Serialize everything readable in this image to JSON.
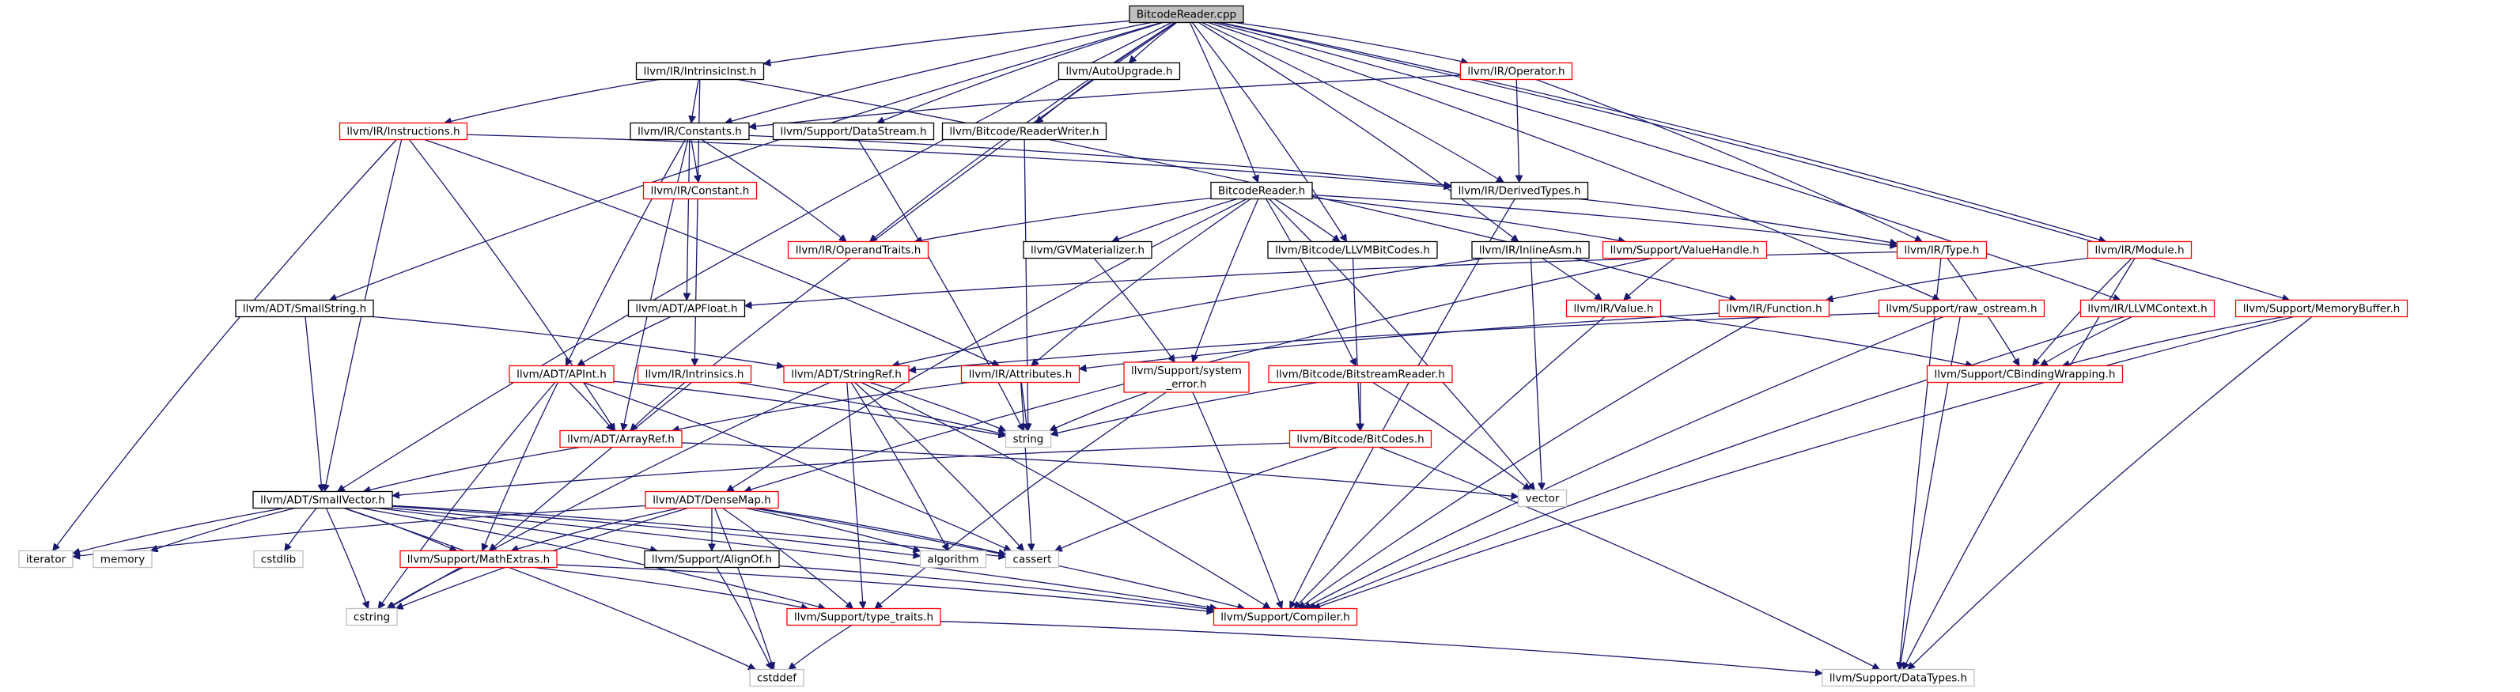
{
  "nodes": [
    {
      "id": "root",
      "label": "BitcodeReader.cpp",
      "style": "root"
    },
    {
      "id": "intrinsicinst",
      "label": "llvm/IR/IntrinsicInst.h",
      "style": "black"
    },
    {
      "id": "autoupgrade",
      "label": "llvm/AutoUpgrade.h",
      "style": "black"
    },
    {
      "id": "operator",
      "label": "llvm/IR/Operator.h",
      "style": "red"
    },
    {
      "id": "instructions",
      "label": "llvm/IR/Instructions.h",
      "style": "red"
    },
    {
      "id": "constants",
      "label": "llvm/IR/Constants.h",
      "style": "black"
    },
    {
      "id": "datastream",
      "label": "llvm/Support/DataStream.h",
      "style": "black"
    },
    {
      "id": "readerwriter",
      "label": "llvm/Bitcode/ReaderWriter.h",
      "style": "black"
    },
    {
      "id": "constant",
      "label": "llvm/IR/Constant.h",
      "style": "red"
    },
    {
      "id": "derivedtypes",
      "label": "llvm/IR/DerivedTypes.h",
      "style": "black"
    },
    {
      "id": "bitcodereaderh",
      "label": "BitcodeReader.h",
      "style": "black"
    },
    {
      "id": "operandtraits",
      "label": "llvm/IR/OperandTraits.h",
      "style": "red"
    },
    {
      "id": "gvmaterializer",
      "label": "llvm/GVMaterializer.h",
      "style": "black"
    },
    {
      "id": "llvmbitcodes",
      "label": "llvm/Bitcode/LLVMBitCodes.h",
      "style": "black"
    },
    {
      "id": "inlineasm",
      "label": "llvm/IR/InlineAsm.h",
      "style": "black"
    },
    {
      "id": "valuehandle",
      "label": "llvm/Support/ValueHandle.h",
      "style": "red"
    },
    {
      "id": "type",
      "label": "llvm/IR/Type.h",
      "style": "red"
    },
    {
      "id": "module",
      "label": "llvm/IR/Module.h",
      "style": "red"
    },
    {
      "id": "smallstring",
      "label": "llvm/ADT/SmallString.h",
      "style": "black"
    },
    {
      "id": "apfloat",
      "label": "llvm/ADT/APFloat.h",
      "style": "black"
    },
    {
      "id": "value",
      "label": "llvm/IR/Value.h",
      "style": "red"
    },
    {
      "id": "function",
      "label": "llvm/IR/Function.h",
      "style": "red"
    },
    {
      "id": "rawostream",
      "label": "llvm/Support/raw_ostream.h",
      "style": "red"
    },
    {
      "id": "llvmcontext",
      "label": "llvm/IR/LLVMContext.h",
      "style": "red"
    },
    {
      "id": "memorybuffer",
      "label": "llvm/Support/MemoryBuffer.h",
      "style": "red"
    },
    {
      "id": "apint",
      "label": "llvm/ADT/APInt.h",
      "style": "red"
    },
    {
      "id": "intrinsics",
      "label": "llvm/IR/Intrinsics.h",
      "style": "red"
    },
    {
      "id": "stringref",
      "label": "llvm/ADT/StringRef.h",
      "style": "red"
    },
    {
      "id": "attributes",
      "label": "llvm/IR/Attributes.h",
      "style": "red"
    },
    {
      "id": "systemerror",
      "label": [
        "llvm/Support/system",
        "_error.h"
      ],
      "style": "red"
    },
    {
      "id": "bitstreamreader",
      "label": "llvm/Bitcode/BitstreamReader.h",
      "style": "red"
    },
    {
      "id": "cbindingwrapping",
      "label": "llvm/Support/CBindingWrapping.h",
      "style": "red"
    },
    {
      "id": "arrayref",
      "label": "llvm/ADT/ArrayRef.h",
      "style": "red"
    },
    {
      "id": "string",
      "label": "string",
      "style": "gray"
    },
    {
      "id": "bitcodes",
      "label": "llvm/Bitcode/BitCodes.h",
      "style": "red"
    },
    {
      "id": "vector",
      "label": "vector",
      "style": "gray"
    },
    {
      "id": "smallvector",
      "label": "llvm/ADT/SmallVector.h",
      "style": "black"
    },
    {
      "id": "densemap",
      "label": "llvm/ADT/DenseMap.h",
      "style": "red"
    },
    {
      "id": "iterator",
      "label": "iterator",
      "style": "gray"
    },
    {
      "id": "memory",
      "label": "memory",
      "style": "gray"
    },
    {
      "id": "cstdlib",
      "label": "cstdlib",
      "style": "gray"
    },
    {
      "id": "mathextras",
      "label": "llvm/Support/MathExtras.h",
      "style": "red"
    },
    {
      "id": "alignof",
      "label": "llvm/Support/AlignOf.h",
      "style": "black"
    },
    {
      "id": "algorithm",
      "label": "algorithm",
      "style": "gray"
    },
    {
      "id": "cassert",
      "label": "cassert",
      "style": "gray"
    },
    {
      "id": "cstring",
      "label": "cstring",
      "style": "gray"
    },
    {
      "id": "typetraits",
      "label": "llvm/Support/type_traits.h",
      "style": "red"
    },
    {
      "id": "compiler",
      "label": "llvm/Support/Compiler.h",
      "style": "red"
    },
    {
      "id": "cstddef",
      "label": "cstddef",
      "style": "gray"
    },
    {
      "id": "datatypes",
      "label": "llvm/Support/DataTypes.h",
      "style": "gray"
    }
  ],
  "edges": [
    [
      "root",
      "intrinsicinst"
    ],
    [
      "root",
      "autoupgrade"
    ],
    [
      "root",
      "operator"
    ],
    [
      "root",
      "constants"
    ],
    [
      "root",
      "datastream"
    ],
    [
      "root",
      "readerwriter"
    ],
    [
      "root",
      "derivedtypes"
    ],
    [
      "root",
      "bitcodereaderh"
    ],
    [
      "root",
      "operandtraits"
    ],
    [
      "root",
      "llvmbitcodes"
    ],
    [
      "root",
      "inlineasm"
    ],
    [
      "root",
      "module"
    ],
    [
      "root",
      "smallstring"
    ],
    [
      "root",
      "smallvector"
    ],
    [
      "root",
      "mathextras"
    ],
    [
      "root",
      "rawostream"
    ],
    [
      "root",
      "llvmcontext"
    ],
    [
      "root",
      "memorybuffer"
    ],
    [
      "intrinsicinst",
      "instructions"
    ],
    [
      "intrinsicinst",
      "constants"
    ],
    [
      "intrinsicinst",
      "function"
    ],
    [
      "intrinsicinst",
      "intrinsics"
    ],
    [
      "operator",
      "constants"
    ],
    [
      "operator",
      "derivedtypes"
    ],
    [
      "operator",
      "type"
    ],
    [
      "instructions",
      "derivedtypes"
    ],
    [
      "instructions",
      "arrayref"
    ],
    [
      "instructions",
      "attributes"
    ],
    [
      "instructions",
      "smallvector"
    ],
    [
      "instructions",
      "iterator"
    ],
    [
      "constants",
      "constant"
    ],
    [
      "constants",
      "operandtraits"
    ],
    [
      "constants",
      "apint"
    ],
    [
      "constants",
      "apfloat"
    ],
    [
      "constants",
      "arrayref"
    ],
    [
      "constants",
      "derivedtypes"
    ],
    [
      "datastream",
      "string"
    ],
    [
      "readerwriter",
      "string"
    ],
    [
      "derivedtypes",
      "type"
    ],
    [
      "derivedtypes",
      "compiler"
    ],
    [
      "bitcodereaderh",
      "operandtraits"
    ],
    [
      "bitcodereaderh",
      "gvmaterializer"
    ],
    [
      "bitcodereaderh",
      "llvmbitcodes"
    ],
    [
      "bitcodereaderh",
      "valuehandle"
    ],
    [
      "bitcodereaderh",
      "type"
    ],
    [
      "bitcodereaderh",
      "attributes"
    ],
    [
      "bitcodereaderh",
      "systemerror"
    ],
    [
      "bitcodereaderh",
      "bitstreamreader"
    ],
    [
      "bitcodereaderh",
      "vector"
    ],
    [
      "bitcodereaderh",
      "densemap"
    ],
    [
      "gvmaterializer",
      "systemerror"
    ],
    [
      "llvmbitcodes",
      "bitcodes"
    ],
    [
      "inlineasm",
      "value"
    ],
    [
      "inlineasm",
      "stringref"
    ],
    [
      "inlineasm",
      "vector"
    ],
    [
      "valuehandle",
      "value"
    ],
    [
      "valuehandle",
      "densemap"
    ],
    [
      "type",
      "cbindingwrapping"
    ],
    [
      "type",
      "datatypes"
    ],
    [
      "type",
      "apfloat"
    ],
    [
      "module",
      "function"
    ],
    [
      "module",
      "cbindingwrapping"
    ],
    [
      "module",
      "datatypes"
    ],
    [
      "smallstring",
      "smallvector"
    ],
    [
      "smallstring",
      "stringref"
    ],
    [
      "apfloat",
      "apint"
    ],
    [
      "value",
      "cbindingwrapping"
    ],
    [
      "value",
      "compiler"
    ],
    [
      "function",
      "attributes"
    ],
    [
      "function",
      "compiler"
    ],
    [
      "rawostream",
      "stringref"
    ],
    [
      "rawostream",
      "compiler"
    ],
    [
      "rawostream",
      "datatypes"
    ],
    [
      "llvmcontext",
      "cbindingwrapping"
    ],
    [
      "llvmcontext",
      "compiler"
    ],
    [
      "memorybuffer",
      "cbindingwrapping"
    ],
    [
      "memorybuffer",
      "compiler"
    ],
    [
      "memorybuffer",
      "datatypes"
    ],
    [
      "apint",
      "arrayref"
    ],
    [
      "apint",
      "mathextras"
    ],
    [
      "apint",
      "string"
    ],
    [
      "apint",
      "cassert"
    ],
    [
      "apint",
      "cstring"
    ],
    [
      "intrinsics",
      "arrayref"
    ],
    [
      "intrinsics",
      "string"
    ],
    [
      "stringref",
      "algorithm"
    ],
    [
      "stringref",
      "cassert"
    ],
    [
      "stringref",
      "string"
    ],
    [
      "stringref",
      "typetraits"
    ],
    [
      "stringref",
      "compiler"
    ],
    [
      "stringref",
      "cstring"
    ],
    [
      "attributes",
      "arrayref"
    ],
    [
      "attributes",
      "string"
    ],
    [
      "attributes",
      "cassert"
    ],
    [
      "systemerror",
      "string"
    ],
    [
      "systemerror",
      "compiler"
    ],
    [
      "systemerror",
      "typetraits"
    ],
    [
      "bitstreamreader",
      "bitcodes"
    ],
    [
      "bitstreamreader",
      "string"
    ],
    [
      "bitstreamreader",
      "vector"
    ],
    [
      "arrayref",
      "smallvector"
    ],
    [
      "arrayref",
      "vector"
    ],
    [
      "bitcodes",
      "smallvector"
    ],
    [
      "bitcodes",
      "cassert"
    ],
    [
      "bitcodes",
      "datatypes"
    ],
    [
      "smallvector",
      "alignof"
    ],
    [
      "smallvector",
      "compiler"
    ],
    [
      "smallvector",
      "typetraits"
    ],
    [
      "smallvector",
      "algorithm"
    ],
    [
      "smallvector",
      "cassert"
    ],
    [
      "smallvector",
      "cstddef"
    ],
    [
      "smallvector",
      "cstdlib"
    ],
    [
      "smallvector",
      "cstring"
    ],
    [
      "smallvector",
      "iterator"
    ],
    [
      "smallvector",
      "memory"
    ],
    [
      "smallvector",
      "mathextras"
    ],
    [
      "densemap",
      "mathextras"
    ],
    [
      "densemap",
      "alignof"
    ],
    [
      "densemap",
      "compiler"
    ],
    [
      "densemap",
      "typetraits"
    ],
    [
      "densemap",
      "algorithm"
    ],
    [
      "densemap",
      "cassert"
    ],
    [
      "densemap",
      "cstddef"
    ],
    [
      "densemap",
      "iterator"
    ],
    [
      "densemap",
      "cstring"
    ],
    [
      "mathextras",
      "compiler"
    ],
    [
      "mathextras",
      "typetraits"
    ],
    [
      "mathextras",
      "cstring"
    ],
    [
      "alignof",
      "compiler"
    ],
    [
      "alignof",
      "cstddef"
    ],
    [
      "typetraits",
      "datatypes"
    ],
    [
      "typetraits",
      "cstddef"
    ]
  ]
}
